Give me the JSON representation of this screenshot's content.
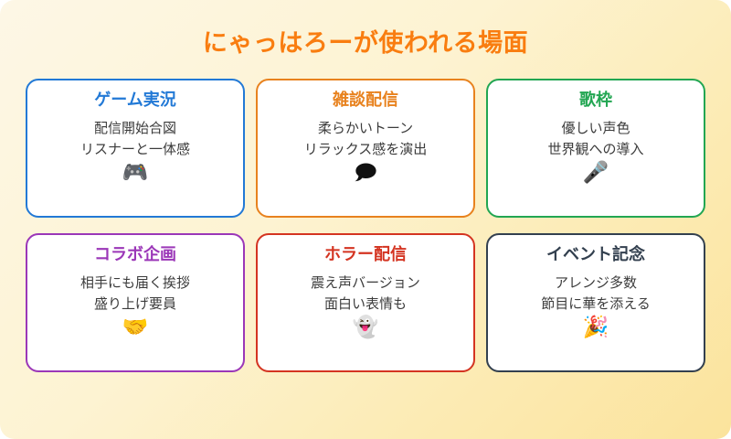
{
  "poster": {
    "title": "にゃっはろーが使われる場面",
    "title_color": "#f97d10",
    "background_from": "#fdf7e6",
    "background_to": "#fbe39c",
    "card_background": "#ffffff",
    "body_text_color": "#3c3c3c"
  },
  "cards": [
    {
      "title": "ゲーム実況",
      "lines": [
        "配信開始合図",
        "リスナーと一体感"
      ],
      "icon": "game-controller-icon",
      "icon_glyph": "🎮",
      "accent": "#2279d6"
    },
    {
      "title": "雑談配信",
      "lines": [
        "柔らかいトーン",
        "リラックス感を演出"
      ],
      "icon": "speech-balloon-icon",
      "icon_glyph": "🗩",
      "accent": "#e8821e"
    },
    {
      "title": "歌枠",
      "lines": [
        "優しい声色",
        "世界観への導入"
      ],
      "icon": "microphone-icon",
      "icon_glyph": "🎤",
      "accent": "#22a652"
    },
    {
      "title": "コラボ企画",
      "lines": [
        "相手にも届く挨拶",
        "盛り上げ要員"
      ],
      "icon": "handshake-icon",
      "icon_glyph": "🤝",
      "accent": "#9b37b8"
    },
    {
      "title": "ホラー配信",
      "lines": [
        "震え声バージョン",
        "面白い表情も"
      ],
      "icon": "ghost-icon",
      "icon_glyph": "👻",
      "accent": "#d43421"
    },
    {
      "title": "イベント記念",
      "lines": [
        "アレンジ多数",
        "節目に華を添える"
      ],
      "icon": "party-popper-icon",
      "icon_glyph": "🎉",
      "accent": "#33404f"
    }
  ]
}
